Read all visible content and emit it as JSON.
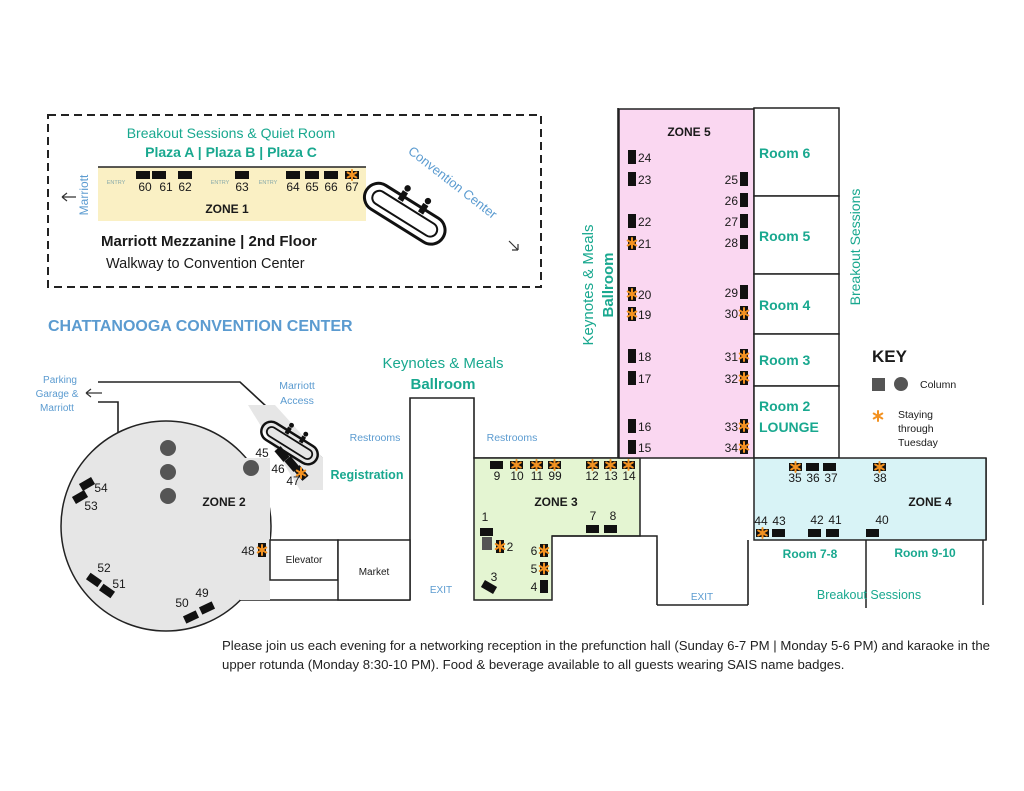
{
  "mezzanine": {
    "breakout_title": "Breakout Sessions & Quiet Room",
    "plazas": "Plaza A | Plaza B | Plaza C",
    "zone_label": "ZONE 1",
    "title": "Marriott Mezzanine | 2nd Floor",
    "subtitle": "Walkway to Convention Center",
    "marriott_side": "Marriott",
    "entry": "ENTRY",
    "convention_center": "Convention Center"
  },
  "center_title": "CHATTANOOGA CONVENTION CENTER",
  "labels": {
    "parking": [
      "Parking",
      "Garage &",
      "Marriott"
    ],
    "marriott_access": [
      "Marriott",
      "Access"
    ],
    "restrooms": "Restrooms",
    "keynotes": "Keynotes & Meals",
    "ballroom": "Ballroom",
    "registration": "Registration",
    "elevator": "Elevator",
    "market": "Market",
    "exit": "EXIT",
    "breakout_sessions": "Breakout Sessions",
    "room_7_8": "Room 7-8",
    "room_9_10": "Room 9-10"
  },
  "zones": {
    "zone2": "ZONE 2",
    "zone3": "ZONE 3",
    "zone4": "ZONE 4",
    "zone5": "ZONE 5"
  },
  "rooms": {
    "room6": "Room 6",
    "room5": "Room 5",
    "room4": "Room 4",
    "room3": "Room 3",
    "room2": "Room 2",
    "lounge": "LOUNGE"
  },
  "key": {
    "title": "KEY",
    "column": "Column",
    "staying": [
      "Staying",
      "through",
      "Tuesday"
    ]
  },
  "booths": {
    "zone1": [
      "60",
      "61",
      "62",
      "63",
      "64",
      "65",
      "66",
      "67"
    ],
    "zone2": [
      "45",
      "46",
      "47",
      "48",
      "49",
      "50",
      "51",
      "52",
      "53",
      "54"
    ],
    "zone3": [
      "1",
      "2",
      "3",
      "4",
      "5",
      "6",
      "7",
      "8",
      "9",
      "10",
      "11",
      "99",
      "12",
      "13",
      "14"
    ],
    "zone4": [
      "35",
      "36",
      "37",
      "38",
      "40",
      "41",
      "42",
      "43",
      "44"
    ],
    "zone5": [
      "24",
      "23",
      "22",
      "21",
      "20",
      "19",
      "18",
      "17",
      "16",
      "15",
      "25",
      "26",
      "27",
      "28",
      "29",
      "30",
      "31",
      "32",
      "33",
      "34"
    ]
  },
  "staying_through_tuesday": [
    "67",
    "47",
    "48",
    "2",
    "5",
    "6",
    "10",
    "11",
    "99",
    "12",
    "13",
    "14",
    "21",
    "20",
    "19",
    "30",
    "31",
    "32",
    "33",
    "34",
    "35",
    "38",
    "44"
  ],
  "footer": "Please join us each evening for a networking reception in the prefunction hall (Sunday 6-7 PM | Monday 5-6 PM) and karaoke in the upper rotunda (Monday 8:30-10 PM). Food & beverage available to all guests wearing SAIS name badges.",
  "colors": {
    "teal": "#19a88f",
    "blue": "#5b9bd0",
    "zone1": "#faf0c4",
    "zone2": "#e6e6e6",
    "zone3": "#e4f5d2",
    "zone4": "#d8f3f6",
    "zone5": "#fad7f1",
    "star": "#f39221"
  }
}
